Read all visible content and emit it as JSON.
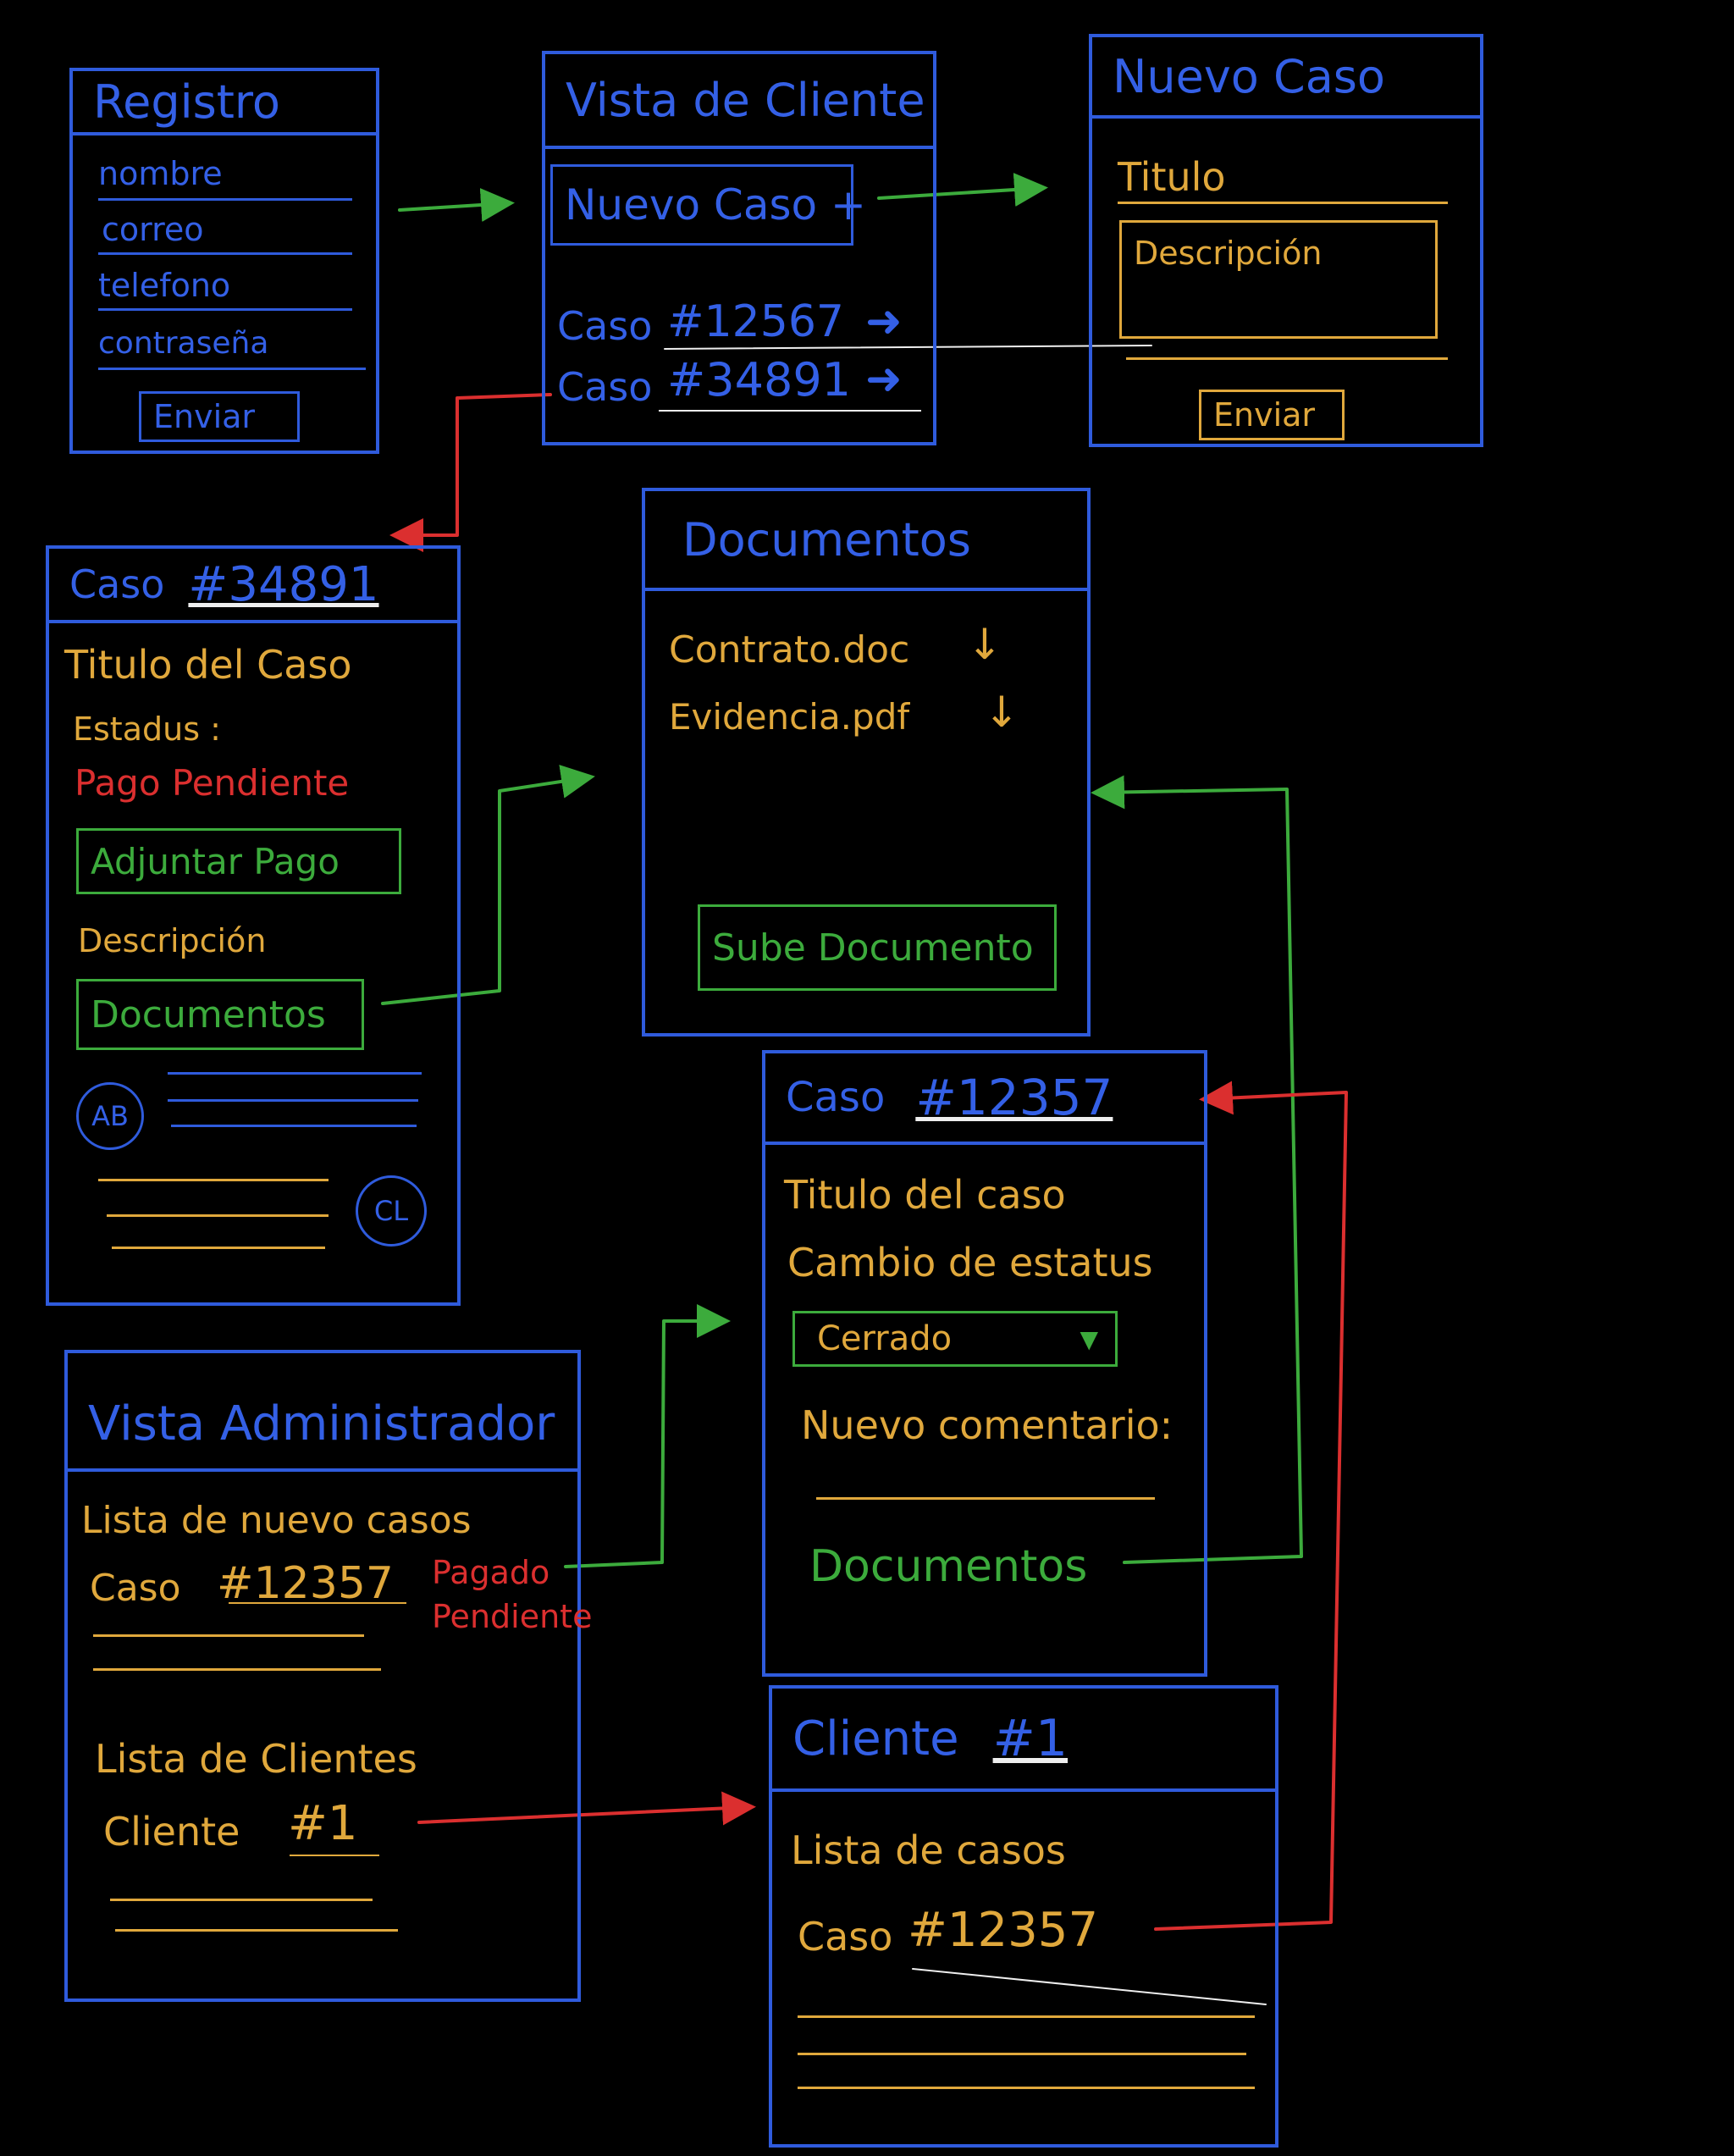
{
  "registro": {
    "title": "Registro",
    "fields": [
      "nombre",
      "correo",
      "telefono",
      "contraseña"
    ],
    "submit": "Enviar"
  },
  "vista_cliente": {
    "title": "Vista de Cliente",
    "new_case": "Nuevo Caso +",
    "cases": [
      {
        "label": "Caso",
        "number": "#12567",
        "arrow": "➜"
      },
      {
        "label": "Caso",
        "number": "#34891",
        "arrow": "➜"
      }
    ]
  },
  "nuevo_caso": {
    "title": "Nuevo Caso",
    "title_field": "Titulo",
    "description_field": "Descripción",
    "submit": "Enviar"
  },
  "caso_34891": {
    "title_label": "Caso",
    "title_number": "#34891",
    "case_title": "Titulo del Caso",
    "status_label": "Estadus :",
    "status_value": "Pago Pendiente",
    "attach_payment": "Adjuntar Pago",
    "description": "Descripción",
    "documents": "Documentos",
    "avatar_ab": "AB",
    "avatar_cl": "CL"
  },
  "documentos": {
    "title": "Documentos",
    "files": [
      {
        "name": "Contrato.doc",
        "icon": "↓"
      },
      {
        "name": "Evidencia.pdf",
        "icon": "↓"
      }
    ],
    "upload": "Sube Documento"
  },
  "caso_12357": {
    "title_label": "Caso",
    "title_number": "#12357",
    "case_title": "Titulo del caso",
    "status_change": "Cambio de estatus",
    "status_select": "Cerrado",
    "select_icon": "▼",
    "new_comment": "Nuevo comentario:",
    "documents": "Documentos"
  },
  "vista_admin": {
    "title": "Vista Administrador",
    "new_cases_heading": "Lista de nuevo casos",
    "case_label": "Caso",
    "case_number": "#12357",
    "payment_status_1": "Pagado",
    "payment_status_2": "Pendiente",
    "clients_heading": "Lista de Clientes",
    "client_label": "Cliente",
    "client_number": "#1"
  },
  "cliente_1": {
    "title_label": "Cliente",
    "title_number": "#1",
    "cases_heading": "Lista de casos",
    "case_label": "Caso",
    "case_number": "#12357"
  },
  "colors": {
    "frame": "#2f5bdc",
    "text_blue": "#3460e6",
    "text_orange": "#e0a83c",
    "action_green": "#3cab3c",
    "alert_red": "#db2f2f",
    "background": "#000000"
  }
}
